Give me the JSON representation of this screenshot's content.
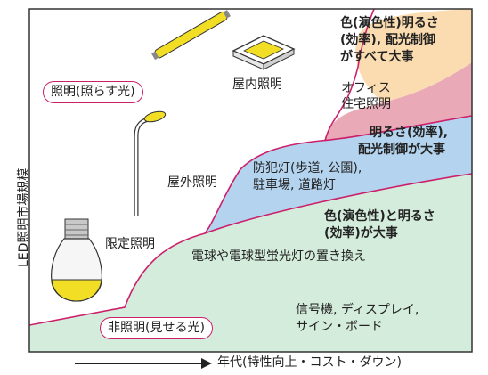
{
  "y_axis_label": "LED照明市場規模",
  "x_axis_label": "年代(特性向上・コスト・ダウン)",
  "categories": {
    "lighting": "照明(照らす光)",
    "non_lighting": "非照明(見せる光)"
  },
  "items": {
    "indoor": "屋内照明",
    "outdoor": "屋外照明",
    "limited": "限定照明",
    "office_home": [
      "オフィス",
      "住宅照明"
    ],
    "crime_parking": [
      "防犯灯(歩道, 公園),",
      "駐車場, 道路灯"
    ],
    "bulb_replace": "電球や電球型蛍光灯の置き換え",
    "signal_display": [
      "信号機, ディスプレイ,",
      "サイン・ボード"
    ]
  },
  "requirements": {
    "top": [
      "色(演色性)明るさ",
      "(効率), 配光制御",
      "がすべて大事"
    ],
    "middle": [
      "明るさ(効率),",
      "配光制御が大事"
    ],
    "lower": [
      "色(演色性)と明るさ",
      "(効率)が大事"
    ]
  },
  "colors": {
    "orange_region": "#fbdcb0",
    "pink_region": "#e9a9b6",
    "blue_region": "#b3d3ee",
    "green_region": "#d4ecdb",
    "boundary_line": "#cc1f6a",
    "bulb_base": "#f2de24"
  }
}
